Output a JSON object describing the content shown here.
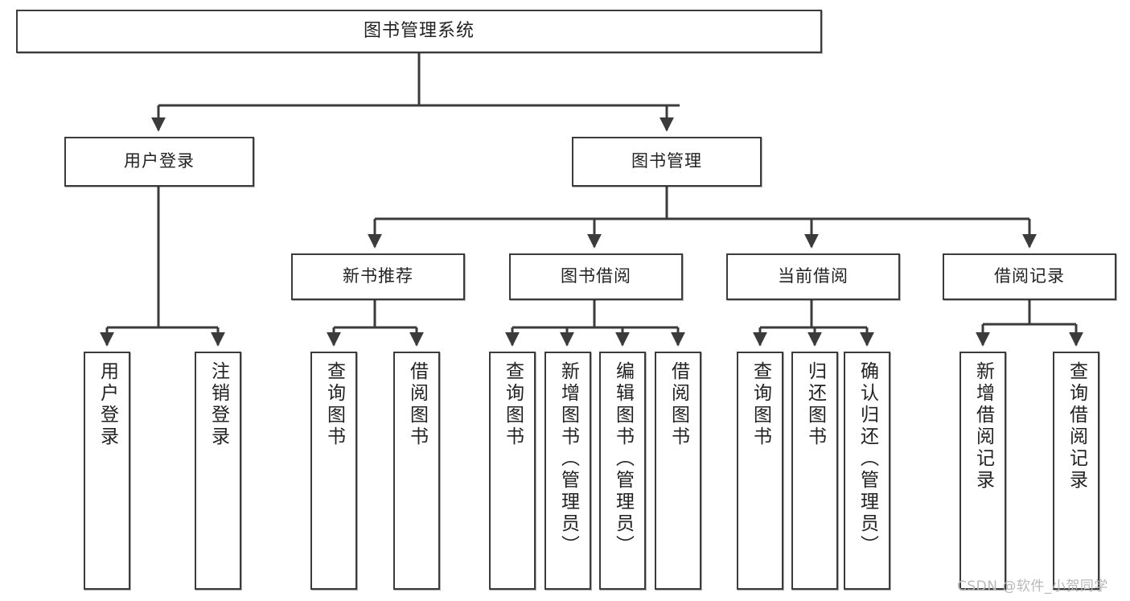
{
  "diagram": {
    "title": "图书管理系统",
    "type": "tree",
    "watermark": "CSDN @软件_小贺同学",
    "colors": {
      "box_border": "#3b3b3b",
      "box_fill": "#ffffff",
      "edge": "#3b3b3b",
      "text": "#222222",
      "watermark": "#b9b9b9",
      "background": "#ffffff"
    },
    "levels": {
      "root": {
        "label": "图书管理系统"
      },
      "level2": [
        {
          "label": "用户登录"
        },
        {
          "label": "图书管理"
        }
      ],
      "level3": [
        {
          "label": "新书推荐",
          "parent": "图书管理"
        },
        {
          "label": "图书借阅",
          "parent": "图书管理"
        },
        {
          "label": "当前借阅",
          "parent": "图书管理"
        },
        {
          "label": "借阅记录",
          "parent": "图书管理"
        }
      ],
      "leaves": [
        {
          "label": "用户登录",
          "parent": "用户登录"
        },
        {
          "label": "注销登录",
          "parent": "用户登录"
        },
        {
          "label": "查询图书",
          "parent": "新书推荐"
        },
        {
          "label": "借阅图书",
          "parent": "新书推荐"
        },
        {
          "label": "查询图书",
          "parent": "图书借阅"
        },
        {
          "label": "新增图书（管理员）",
          "parent": "图书借阅"
        },
        {
          "label": "编辑图书（管理员）",
          "parent": "图书借阅"
        },
        {
          "label": "借阅图书",
          "parent": "图书借阅"
        },
        {
          "label": "查询图书",
          "parent": "当前借阅"
        },
        {
          "label": "归还图书",
          "parent": "当前借阅"
        },
        {
          "label": "确认归还（管理员）",
          "parent": "当前借阅"
        },
        {
          "label": "新增借阅记录",
          "parent": "借阅记录"
        },
        {
          "label": "查询借阅记录",
          "parent": "借阅记录"
        }
      ]
    }
  }
}
